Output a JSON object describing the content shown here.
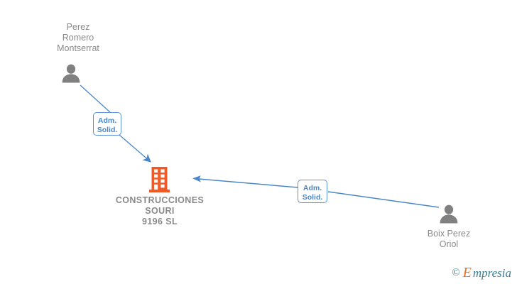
{
  "diagram": {
    "title": "Shareholder / administrator relationship graph",
    "colors": {
      "person": "#808080",
      "company": "#ef5a28",
      "edge": "#4a86c8",
      "label_text": "#8a8a8a",
      "rel_text": "#4a86c8",
      "rel_border": "#5b93d3",
      "background": "#ffffff"
    },
    "nodes": [
      {
        "id": "person-perez-romero-montserrat",
        "type": "person",
        "icon": "person-icon",
        "label": "Perez\nRomero\nMontserrat"
      },
      {
        "id": "company-construcciones-souri",
        "type": "company",
        "icon": "building-icon",
        "label": "CONSTRUCCIONES\nSOURI\n9196  SL"
      },
      {
        "id": "person-boix-perez-oriol",
        "type": "person",
        "icon": "person-icon",
        "label": "Boix Perez\nOriol"
      }
    ],
    "edges": [
      {
        "id": "edge-perez-to-company",
        "from": "person-perez-romero-montserrat",
        "to": "company-construcciones-souri",
        "relation": "Adm.\nSolid."
      },
      {
        "id": "edge-boix-to-company",
        "from": "person-boix-perez-oriol",
        "to": "company-construcciones-souri",
        "relation": "Adm.\nSolid."
      }
    ]
  },
  "watermark": {
    "copyright": "©",
    "brand_initial": "E",
    "brand_rest": "mpresia"
  }
}
